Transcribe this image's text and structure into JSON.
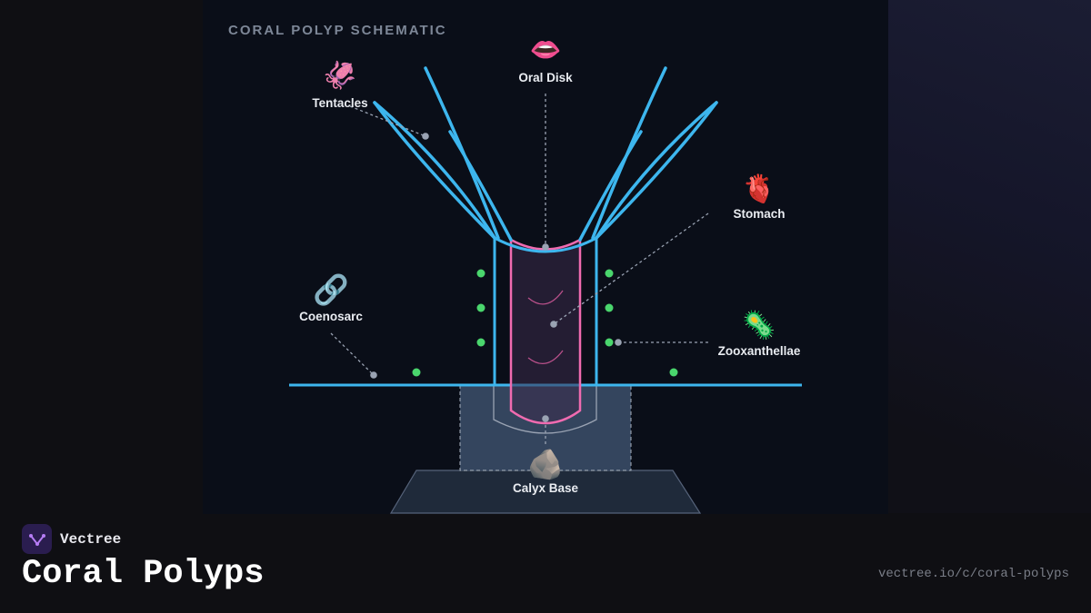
{
  "diagram": {
    "title": "CORAL POLYP SCHEMATIC",
    "labels": {
      "tentacles": {
        "text": "Tentacles",
        "icon": "squid-icon",
        "glyph": "🦑"
      },
      "oral_disk": {
        "text": "Oral Disk",
        "icon": "mouth-icon",
        "glyph": "👄"
      },
      "stomach": {
        "text": "Stomach",
        "icon": "anatomical-heart-icon",
        "glyph": "🫀"
      },
      "coenosarc": {
        "text": "Coenosarc",
        "icon": "link-icon",
        "glyph": "🔗"
      },
      "zooxanthellae": {
        "text": "Zooxanthellae",
        "icon": "microbe-icon",
        "glyph": "🦠"
      },
      "calyx_base": {
        "text": "Calyx Base",
        "icon": "rock-icon",
        "glyph": "🪨"
      }
    },
    "colors": {
      "body": "#3db6ee",
      "stomach": "#f06bb0",
      "algae": "#4ad66d",
      "leader": "#9aa3b3",
      "base": "#1f2a3a"
    }
  },
  "footer": {
    "brand": "Vectree",
    "title": "Coral Polyps",
    "url": "vectree.io/c/coral-polyps"
  }
}
